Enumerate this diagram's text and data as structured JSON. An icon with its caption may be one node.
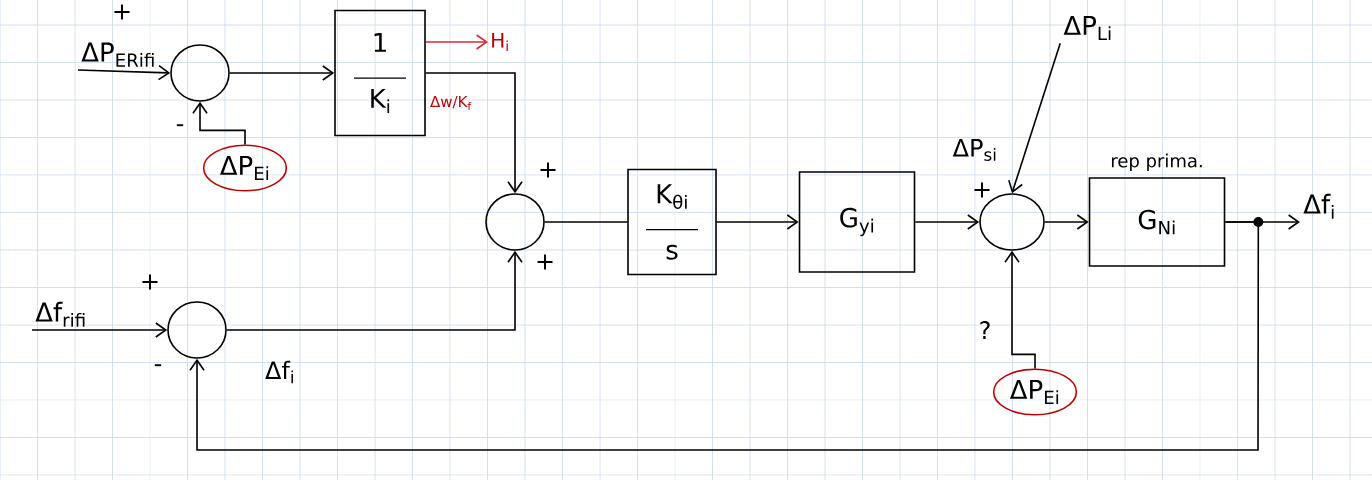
{
  "diagram": {
    "nodes": [
      {
        "text": [
          "ΔP$_{ERifi}$"
        ]
      },
      {
        "text": [],
        "shape": "circle"
      },
      {
        "text": [
          "ΔP$_{Ei}$"
        ]
      },
      {
        "text": [
          "1",
          "K$_{i}$"
        ],
        "beside": [
          "Δw/K$_{f}$"
        ]
      },
      {
        "text": [
          "H$_{i}$"
        ]
      },
      {
        "text": [],
        "shape": "circle"
      },
      {
        "text": [
          "Δf$_{rifi}$"
        ]
      },
      {
        "text": [],
        "shape": "circle"
      },
      {
        "text": [
          "K$_{θi}$",
          "s"
        ]
      },
      {
        "text": [
          "G$_{yi}$"
        ]
      },
      {
        "text": [
          "ΔP$_{Li}$"
        ]
      },
      {
        "text": [],
        "shape": "circle"
      },
      {
        "text": [
          "ΔP$_{Ei}$"
        ]
      },
      {
        "text": [
          "G$_{Ni}$"
        ],
        "beside": [
          "rep prima."
        ]
      },
      {
        "text": [
          "Δf$_{i}$"
        ]
      }
    ],
    "edges": [
      {
        "from": 0,
        "to": 1,
        "arrow": "to"
      },
      {
        "from": 2,
        "to": 1,
        "arrow": "to"
      },
      {
        "from": 1,
        "to": 3,
        "arrow": "to"
      },
      {
        "from": 3,
        "to": 5,
        "arrow": "to"
      },
      {
        "from": 3,
        "to": 4,
        "arrow": "to",
        "color": "#d42a3a"
      },
      {
        "from": 6,
        "to": 7,
        "arrow": "to"
      },
      {
        "from": 7,
        "to": 5,
        "arrow": "to"
      },
      {
        "from": 5,
        "to": 8,
        "arrow": "none"
      },
      {
        "from": 8,
        "to": 9,
        "arrow": "to"
      },
      {
        "from": 9,
        "to": 11,
        "arrow": "to"
      },
      {
        "from": 10,
        "to": 11,
        "arrow": "to"
      },
      {
        "from": 12,
        "to": 11,
        "arrow": "to"
      },
      {
        "from": 11,
        "to": 13,
        "arrow": "to"
      },
      {
        "from": 13,
        "to": 14,
        "arrow": "to"
      },
      {
        "from": 13,
        "to": 7,
        "arrow": "to"
      }
    ],
    "labels": [
      "+",
      "-",
      "+",
      "ΔP$_{si}$",
      "+",
      "+",
      "+",
      "-",
      "Δf$_{i}$",
      "?"
    ]
  }
}
